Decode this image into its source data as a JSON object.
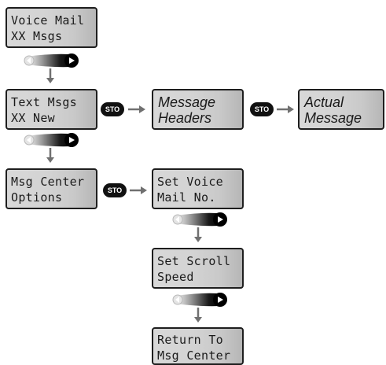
{
  "screens": {
    "voice_mail": [
      "Voice Mail",
      "XX Msgs"
    ],
    "text_msgs": [
      "Text Msgs",
      "XX New"
    ],
    "message_headers": [
      "Message",
      "Headers"
    ],
    "actual_message": [
      "Actual",
      "Message"
    ],
    "msg_center_options": [
      "Msg Center",
      "Options"
    ],
    "set_voice_mail": [
      "Set Voice",
      "Mail No."
    ],
    "set_scroll_speed": [
      "Set Scroll",
      "Speed"
    ],
    "return_msg_center": [
      "Return To",
      "Msg Center"
    ]
  },
  "sto_label": "STO",
  "icons": {
    "scroll": "scroll-key-icon",
    "arrow": "arrow-icon"
  },
  "colors": {
    "lcd_background": "#d3d3d3",
    "border": "#1e1e1e",
    "arrow": "#707070",
    "key": "#111111"
  }
}
